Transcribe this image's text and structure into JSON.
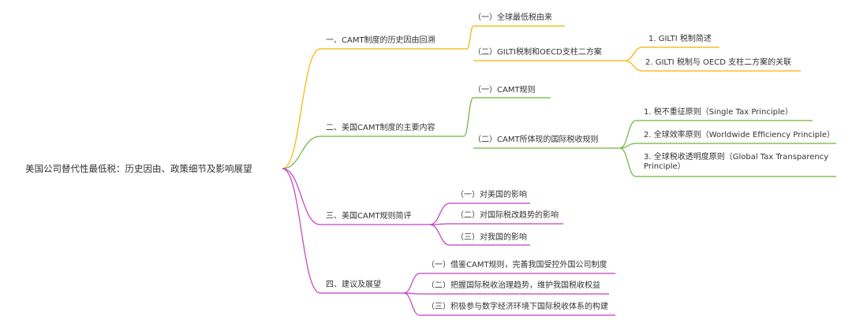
{
  "root": {
    "label": "美国公司替代性最低税：历史因由、政策细节及影响展望"
  },
  "branches": [
    {
      "label": "一、CAMT制度的历史因由回溯",
      "color": "#f4b400",
      "children": [
        {
          "label": "（一）全球最低税由来",
          "children": []
        },
        {
          "label": "（二）GILTI税制和OECD支柱二方案",
          "children": [
            {
              "label": "1. GILTI 税制简述"
            },
            {
              "label": "2. GILTI 税制与 OECD 支柱二方案的关联"
            }
          ]
        }
      ]
    },
    {
      "label": "二、美国CAMT制度的主要内容",
      "color": "#6fb33a",
      "children": [
        {
          "label": "（一）CAMT规则",
          "children": []
        },
        {
          "label": "（二）CAMT所体现的国际税收规则",
          "children": [
            {
              "label": "1. 税不重征原则（Single Tax Principle）"
            },
            {
              "label": "2. 全球效率原则（Worldwide Efficiency Principle）"
            },
            {
              "label": "3. 全球税收透明度原则（Global Tax Transparency Principle）"
            }
          ]
        }
      ]
    },
    {
      "label": "三、美国CAMT规则简评",
      "color": "#c13fc4",
      "children": [
        {
          "label": "（一）对美国的影响",
          "children": []
        },
        {
          "label": "（二）对国际税改趋势的影响",
          "children": []
        },
        {
          "label": "（三）对我国的影响",
          "children": []
        }
      ]
    },
    {
      "label": "四、建议及展望",
      "color": "#c13fc4",
      "children": [
        {
          "label": "（一）借鉴CAMT规则，完善我国受控外国公司制度",
          "children": []
        },
        {
          "label": "（二）把握国际税收治理趋势，维护我国税收权益",
          "children": []
        },
        {
          "label": "（三）积极参与数字经济环境下国际税收体系的构建",
          "children": []
        }
      ]
    }
  ]
}
